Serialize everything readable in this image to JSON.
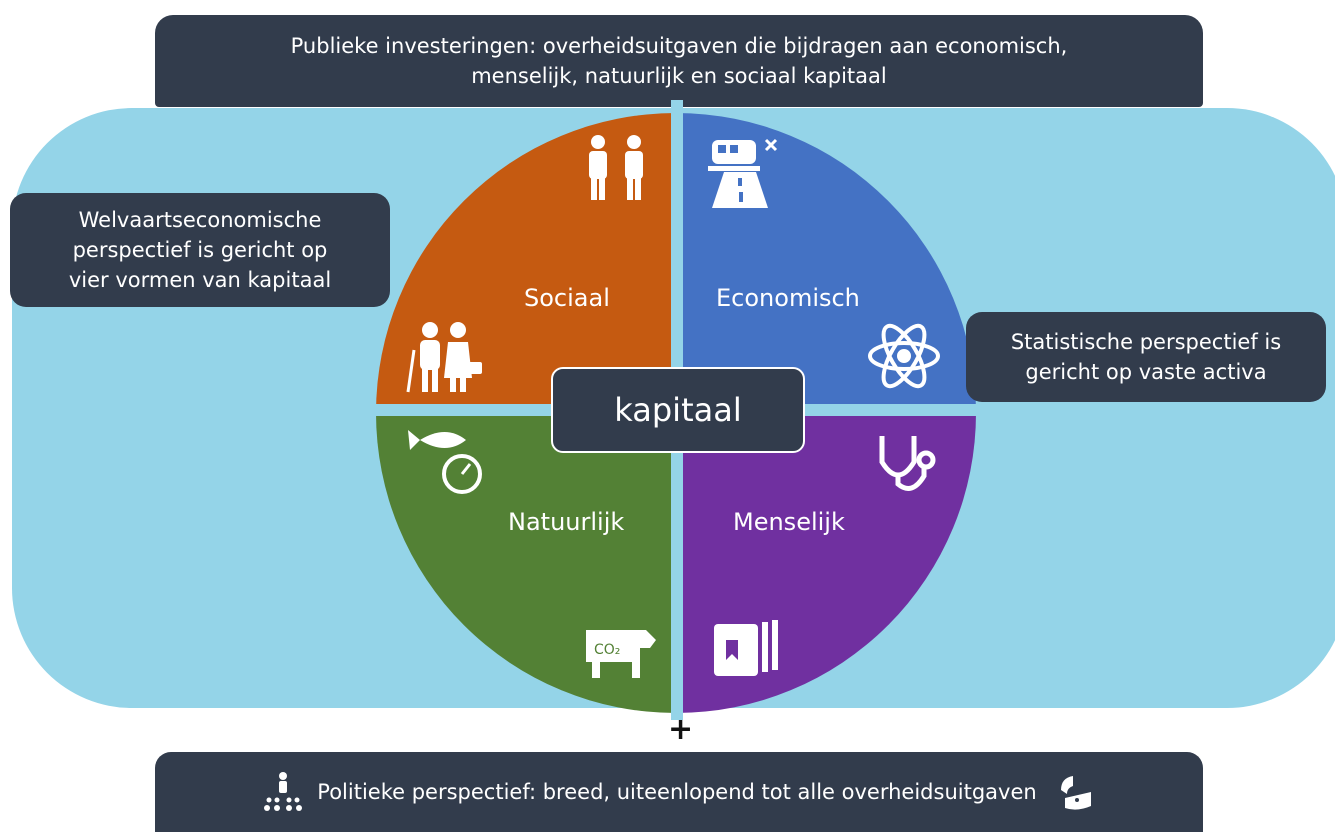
{
  "top": {
    "text": "Publieke investeringen: overheidsuitgaven die bijdragen aan economisch,\nmenselijk, natuurlijk en sociaal kapitaal"
  },
  "left": {
    "text": "Welvaartseconomische\nperspectief  is gericht op\nvier vormen van kapitaal"
  },
  "right": {
    "text": "Statistische perspectief is\ngericht op vaste activa"
  },
  "center": {
    "label": "kapitaal"
  },
  "quadrants": {
    "social": {
      "label": "Sociaal",
      "color": "#c55a11"
    },
    "economic": {
      "label": "Economisch",
      "color": "#4472c4"
    },
    "natural": {
      "label": "Natuurlijk",
      "color": "#538135"
    },
    "human": {
      "label": "Menselijk",
      "color": "#7030a0"
    }
  },
  "plus": "+",
  "bottom": {
    "text": "Politieke perspectief: breed, uiteenlopend tot alle overheidsuitgaven"
  },
  "icons": [
    "people-icon",
    "train-road-icon",
    "elderly-couple-icon",
    "atom-icon",
    "fish-gauge-icon",
    "stethoscope-icon",
    "cow-co2-icon",
    "books-icon",
    "audience-icon",
    "food-icon"
  ]
}
